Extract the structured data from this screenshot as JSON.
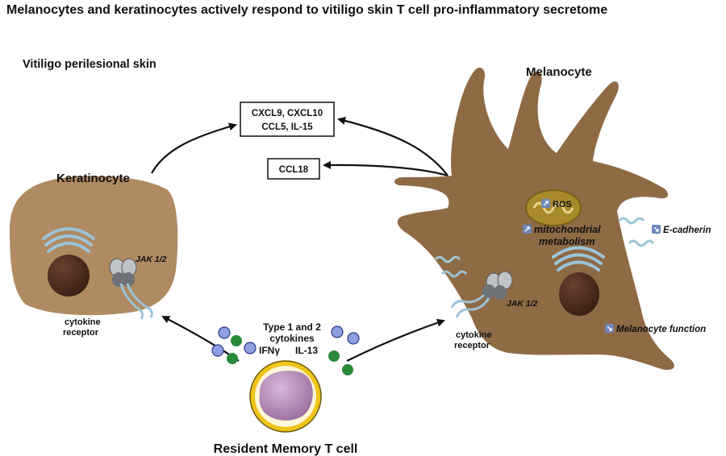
{
  "title": "Melanocytes and keratinocytes actively respond to vitiligo skin T cell pro-inflammatory secretome",
  "context_label": "Vitiligo perilesional skin",
  "keratinocyte": {
    "label": "Keratinocyte",
    "jak_label": "JAK 1/2",
    "receptor_label_line1": "cytokine",
    "receptor_label_line2": "receptor"
  },
  "melanocyte": {
    "label": "Melanocyte",
    "ros_label": "ROS",
    "mito_line1": "mitochondrial",
    "mito_line2": "metabolism",
    "ecadherin_label": "E-cadherin",
    "function_label": "Melanocyte function",
    "jak_label": "JAK 1/2",
    "receptor_label_line1": "cytokine",
    "receptor_label_line2": "receptor"
  },
  "boxes": {
    "chemokines_line1": "CXCL9, CXCL10",
    "chemokines_line2": "CCL5, IL-15",
    "ccl18": "CCL18"
  },
  "tcell": {
    "label": "Resident Memory T cell",
    "cytokines_line1": "Type 1 and 2",
    "cytokines_line2": "cytokines",
    "ifng": "IFNγ",
    "il13": "IL-13"
  },
  "colors": {
    "cell_fill": "#b08a62",
    "melanocyte_fill": "#8e6a45",
    "nucleus": "#4a2a1a",
    "receptor": "#9cc4d8",
    "cytokine_blue": "#8e9ee0",
    "cytokine_green": "#2a8a3a",
    "tcell_ring": "#f0c419",
    "tcell_nucleus": "#b690b8",
    "mito_fill": "#a88a2a"
  },
  "icons": {
    "up_arrow": "arrow-up-right-icon",
    "down_arrow": "arrow-down-right-icon"
  }
}
